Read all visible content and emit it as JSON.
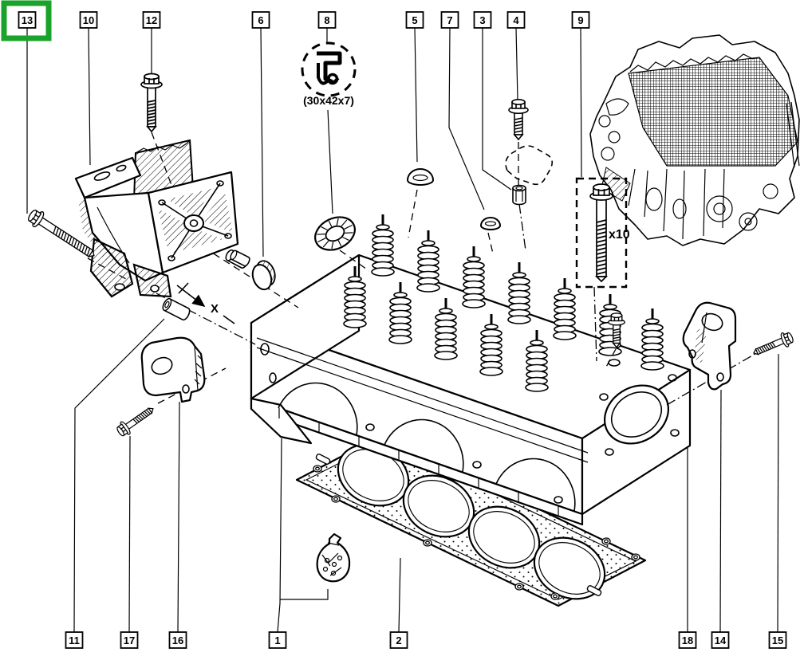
{
  "callouts": {
    "top": [
      {
        "label": "13",
        "highlighted": true
      },
      {
        "label": "10",
        "highlighted": false
      },
      {
        "label": "12",
        "highlighted": false
      },
      {
        "label": "6",
        "highlighted": false
      },
      {
        "label": "8",
        "highlighted": false
      },
      {
        "label": "5",
        "highlighted": false
      },
      {
        "label": "7",
        "highlighted": false
      },
      {
        "label": "3",
        "highlighted": false
      },
      {
        "label": "4",
        "highlighted": false
      },
      {
        "label": "9",
        "highlighted": false
      }
    ],
    "bottom": [
      {
        "label": "11",
        "highlighted": false
      },
      {
        "label": "17",
        "highlighted": false
      },
      {
        "label": "16",
        "highlighted": false
      },
      {
        "label": "1",
        "highlighted": false
      },
      {
        "label": "2",
        "highlighted": false
      },
      {
        "label": "18",
        "highlighted": false
      },
      {
        "label": "14",
        "highlighted": false
      },
      {
        "label": "15",
        "highlighted": false
      }
    ]
  },
  "annotations": {
    "seal_size": "(30x42x7)",
    "bolt_count": "x10",
    "dimension_label": "X"
  },
  "highlight": {
    "selected_callout": "13",
    "color": "#1aa32b"
  },
  "colors": {
    "line": "#000000",
    "background": "#ffffff"
  }
}
